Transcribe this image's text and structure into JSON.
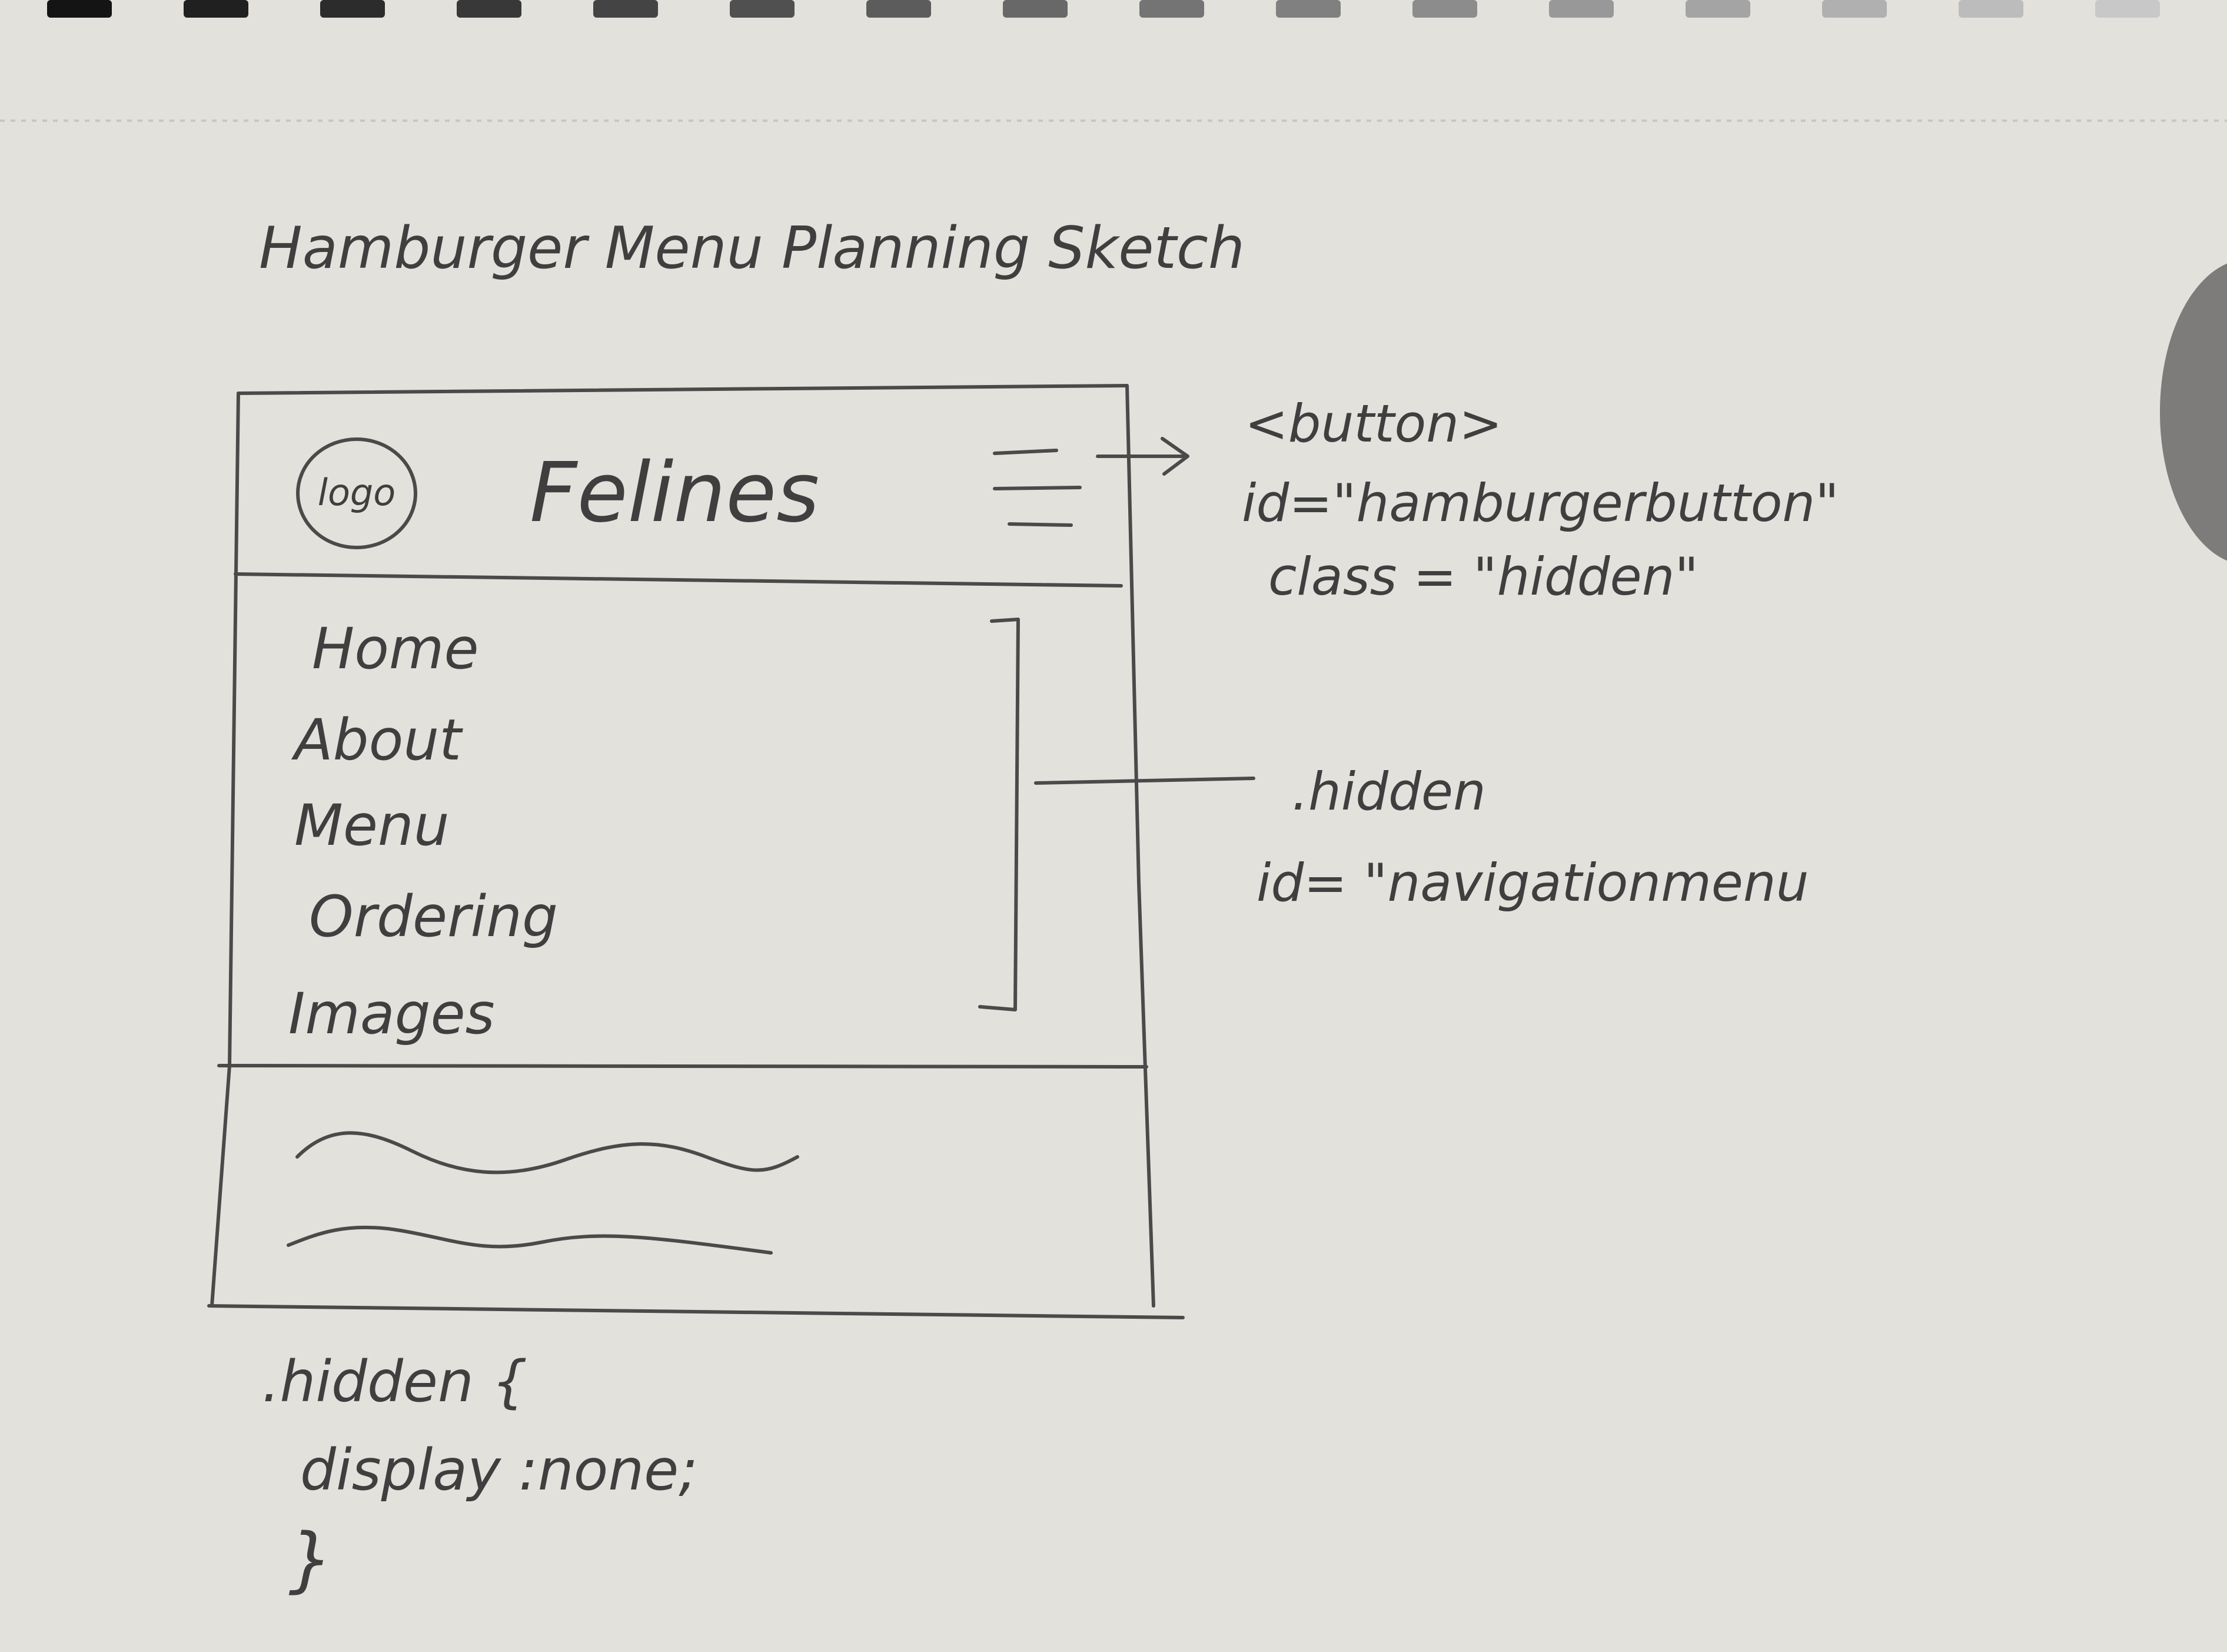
{
  "sketch": {
    "title": "Hamburger Menu Planning Sketch",
    "header": {
      "logo_label": "logo",
      "brand_name": "Felines"
    },
    "nav_items": [
      "Home",
      "About",
      "Menu",
      "Ordering",
      "Images"
    ],
    "annotations": {
      "button_tag": "<button>",
      "button_id": "id=\"hamburgerbutton\"",
      "button_class": "class = \"hidden\"",
      "menu_class": ".hidden",
      "menu_id": "id= \"navigationmenu"
    },
    "css_rule": {
      "selector": ".hidden {",
      "declaration": "display :none;",
      "close": "}"
    }
  },
  "colors": {
    "paper": "#e3e1dc",
    "ink": "#4a4a4a"
  }
}
